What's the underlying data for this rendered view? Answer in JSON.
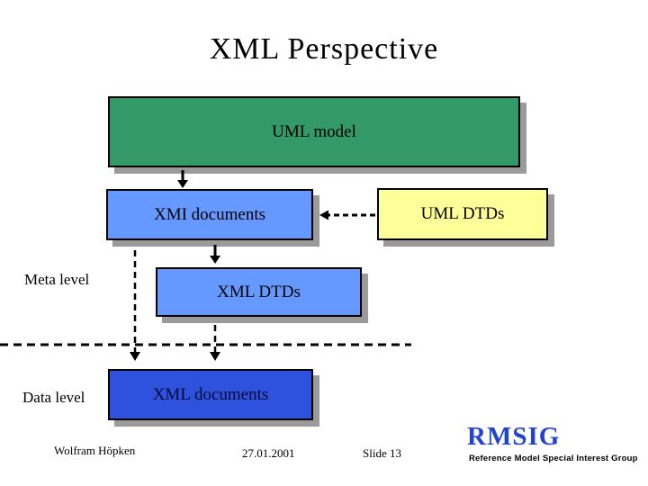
{
  "slide": {
    "title": "XML Perspective",
    "boxes": {
      "uml_model": "UML model",
      "xmi_documents": "XMI documents",
      "uml_dtds": "UML DTDs",
      "xml_dtds": "XML DTDs",
      "xml_documents": "XML documents"
    },
    "labels": {
      "meta_level": "Meta level",
      "data_level": "Data level"
    },
    "footer": {
      "author": "Wolfram Höpken",
      "date": "27.01.2001",
      "slide_number": "Slide 13",
      "logo": "RMSIG",
      "logo_subtitle": "Reference Model Special Interest Group"
    },
    "colors": {
      "uml_model_fill": "#339966",
      "light_blue_fill": "#6699FF",
      "yellow_fill": "#FFFF99",
      "dark_blue_fill": "#2E52DD",
      "logo_blue": "#2244CC",
      "shadow_gray": "#9A9A9A"
    }
  }
}
